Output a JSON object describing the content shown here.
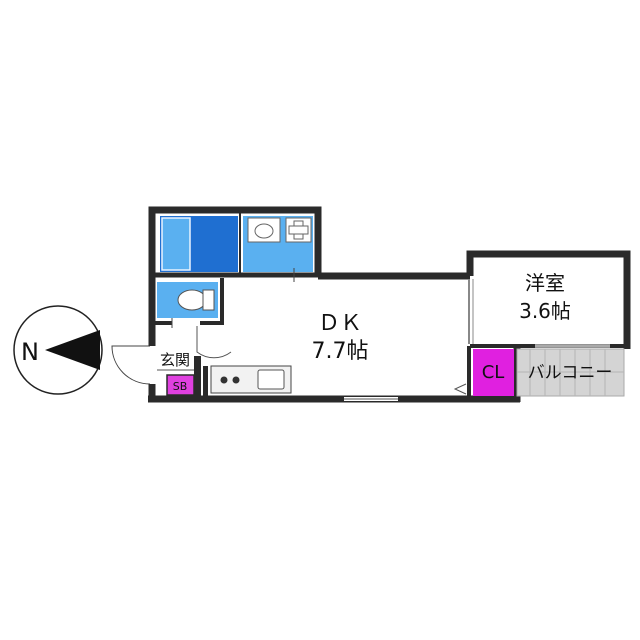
{
  "rooms": {
    "dk": {
      "name": "ＤＫ",
      "size": "7.7帖"
    },
    "western_room": {
      "name": "洋室",
      "size": "3.6帖"
    },
    "entrance": {
      "name": "玄関"
    },
    "shoe_box": {
      "name": "SB"
    },
    "closet": {
      "name": "CL"
    },
    "balcony": {
      "name": "バルコニー"
    }
  },
  "compass": {
    "letter": "N"
  },
  "colors": {
    "wall": "#2a2a2a",
    "bath_blue": "#1f6fd1",
    "light_blue": "#5ab0f0",
    "closet_magenta": "#e020e0",
    "shoe_box_magenta": "#e040e0",
    "balcony_gray": "#d4d4d4"
  }
}
